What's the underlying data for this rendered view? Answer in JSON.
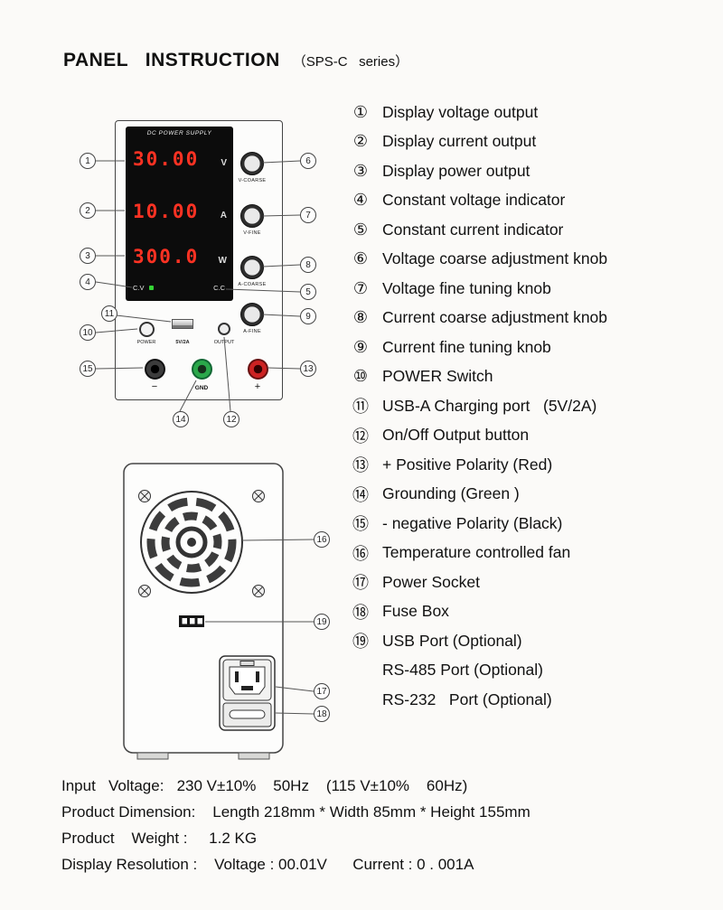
{
  "title": "PANEL   INSTRUCTION",
  "subtitle": "（SPS-C   series）",
  "legend": [
    {
      "num": "①",
      "text": "Display voltage output"
    },
    {
      "num": "②",
      "text": "Display current output"
    },
    {
      "num": "③",
      "text": "Display power output"
    },
    {
      "num": "④",
      "text": "Constant voltage indicator"
    },
    {
      "num": "⑤",
      "text": "Constant current indicator"
    },
    {
      "num": "⑥",
      "text": "Voltage coarse adjustment knob"
    },
    {
      "num": "⑦",
      "text": "Voltage fine tuning knob"
    },
    {
      "num": "⑧",
      "text": "Current coarse adjustment knob"
    },
    {
      "num": "⑨",
      "text": "Current fine tuning knob"
    },
    {
      "num": "⑩",
      "text": "POWER Switch"
    },
    {
      "num": "⑪",
      "text": "USB-A Charging port   (5V/2A)"
    },
    {
      "num": "⑫",
      "text": "On/Off Output button"
    },
    {
      "num": "⑬",
      "text": "+ Positive Polarity (Red)"
    },
    {
      "num": "⑭",
      "text": "Grounding (Green )"
    },
    {
      "num": "⑮",
      "text": "- negative Polarity (Black)"
    },
    {
      "num": "⑯",
      "text": "Temperature controlled fan"
    },
    {
      "num": "⑰",
      "text": "Power Socket"
    },
    {
      "num": "⑱",
      "text": "Fuse Box"
    },
    {
      "num": "⑲",
      "text": "USB Port (Optional)"
    },
    {
      "num": "",
      "text": "RS-485 Port (Optional)"
    },
    {
      "num": "",
      "text": "RS-232   Port (Optional)"
    }
  ],
  "front_panel": {
    "brand": "DC POWER SUPPLY",
    "display": {
      "voltage_value": "30.00",
      "voltage_unit": "V",
      "current_value": "10.00",
      "current_unit": "A",
      "power_value": "300.0",
      "power_unit": "W",
      "cv_label": "C.V",
      "cc_label": "C.C"
    },
    "knob_labels": [
      "V-COARSE",
      "V-FINE",
      "A-COARSE",
      "A-FINE"
    ],
    "power_label": "POWER",
    "usb_label": "5V/2A",
    "output_label": "OUTPUT",
    "terminal_minus": "−",
    "terminal_gnd": "GND",
    "terminal_plus": "+"
  },
  "callouts": {
    "c1": "1",
    "c2": "2",
    "c3": "3",
    "c4": "4",
    "c5": "5",
    "c6": "6",
    "c7": "7",
    "c8": "8",
    "c9": "9",
    "c10": "10",
    "c11": "11",
    "c12": "12",
    "c13": "13",
    "c14": "14",
    "c15": "15",
    "c16": "16",
    "c17": "17",
    "c18": "18",
    "c19": "19"
  },
  "specs": [
    "Input   Voltage:   230 V±10%    50Hz    (115 V±10%    60Hz)",
    "Product Dimension:    Length 218mm * Width 85mm * Height 155mm",
    "Product    Weight :     1.2 KG",
    "Display Resolution :    Voltage : 00.01V      Current : 0 . 001A"
  ],
  "colors": {
    "display_digits": "#ff3223",
    "cv_indicator": "#35d435",
    "terminal_minus": "#111111",
    "terminal_gnd": "#2aa84a",
    "terminal_plus": "#cc2222"
  }
}
